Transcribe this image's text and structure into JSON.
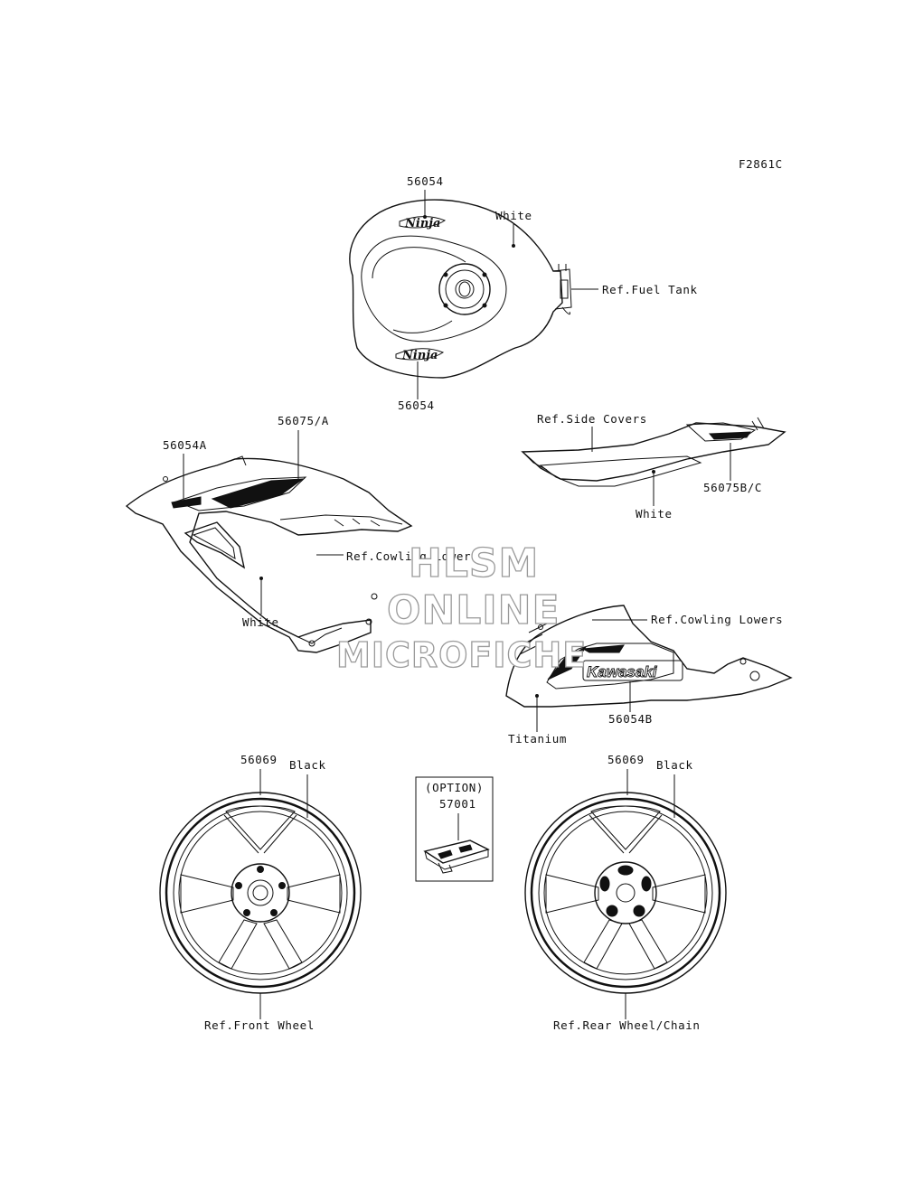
{
  "figure_code": "F2861C",
  "tank": {
    "part_top": "56054",
    "part_bottom": "56054",
    "color": "White",
    "ref": "Ref.Fuel Tank",
    "emblem_text": "Ninja"
  },
  "side_covers": {
    "ref": "Ref.Side Covers",
    "part": "56075B/C",
    "color": "White"
  },
  "cowling_upper": {
    "part_a": "56054A",
    "part_b": "56075/A",
    "ref": "Ref.Cowling Lowers",
    "color": "White"
  },
  "cowling_lower": {
    "ref": "Ref.Cowling Lowers",
    "part": "56054B",
    "color": "Titanium",
    "emblem_text": "Kawasaki"
  },
  "option": {
    "heading": "(OPTION)",
    "part": "57001"
  },
  "front_wheel": {
    "part": "56069",
    "color": "Black",
    "ref": "Ref.Front Wheel"
  },
  "rear_wheel": {
    "part": "56069",
    "color": "Black",
    "ref": "Ref.Rear Wheel/Chain"
  },
  "watermark": {
    "line1": "HLSM",
    "line2": "ONLINE",
    "line3": "MICROFICHE"
  }
}
